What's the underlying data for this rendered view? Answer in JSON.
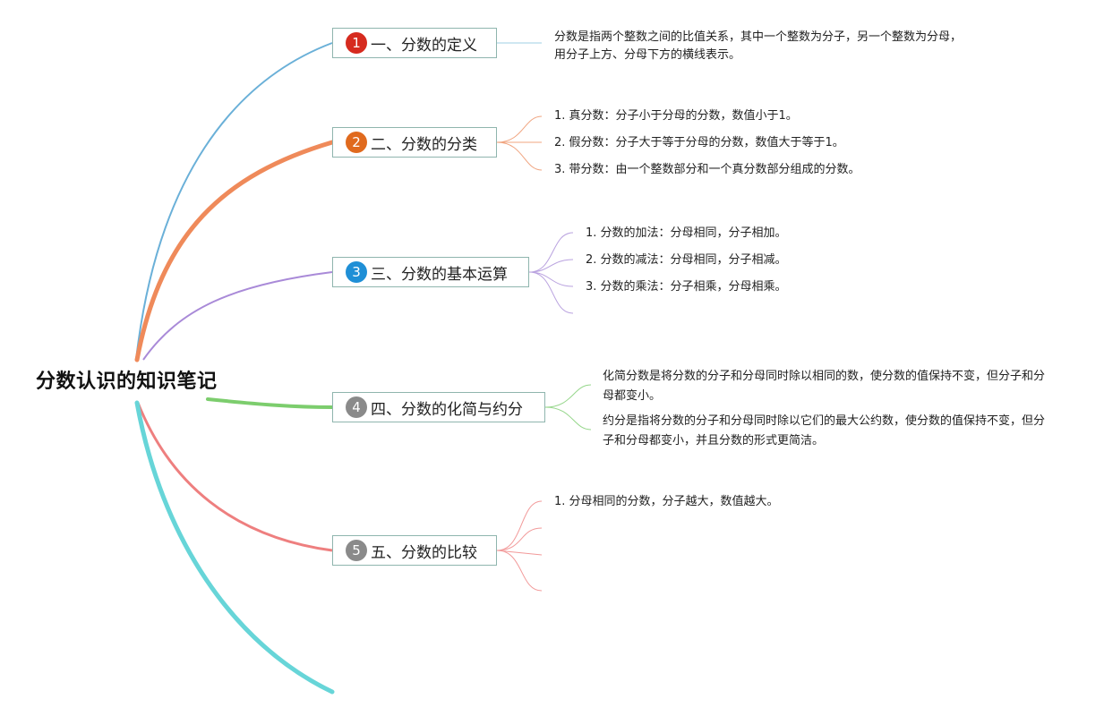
{
  "root": {
    "title": "分数认识的知识笔记"
  },
  "colors": {
    "t1": "#d62b1f",
    "t2": "#e06a1e",
    "t3": "#1f8fd6",
    "t4": "#8a8a8a",
    "t5": "#8a8a8a"
  },
  "topics": [
    {
      "num": "1",
      "label": "一、分数的定义",
      "notes": [
        "分数是指两个整数之间的比值关系，其中一个整数为分子，另一个整数为分母，",
        "用分子上方、分母下方的横线表示。"
      ]
    },
    {
      "num": "2",
      "label": "二、分数的分类",
      "notes": [
        "1. 真分数：分子小于分母的分数，数值小于1。",
        "2. 假分数：分子大于等于分母的分数，数值大于等于1。",
        "3. 带分数：由一个整数部分和一个真分数部分组成的分数。"
      ]
    },
    {
      "num": "3",
      "label": "三、分数的基本运算",
      "notes": [
        "1. 分数的加法：分母相同，分子相加。",
        "2. 分数的减法：分母相同，分子相减。",
        "3. 分数的乘法：分子相乘，分母相乘。"
      ]
    },
    {
      "num": "4",
      "label": "四、分数的化简与约分",
      "notes": [
        "化简分数是将分数的分子和分母同时除以相同的数，使分数的值保持不变，但分子和分母都变小。",
        "约分是指将分数的分子和分母同时除以它们的最大公约数，使分数的值保持不变，但分子和分母都变小，并且分数的形式更简洁。"
      ]
    },
    {
      "num": "5",
      "label": "五、分数的比较",
      "notes": [
        "1. 分母相同的分数，分子越大，数值越大。"
      ]
    }
  ]
}
